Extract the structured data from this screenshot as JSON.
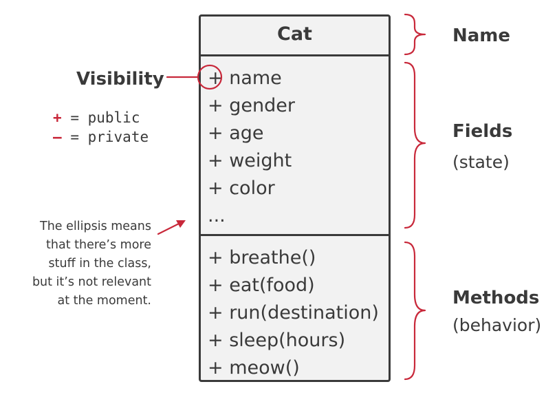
{
  "class": {
    "name": "Cat",
    "fields": [
      "+ name",
      "+ gender",
      "+ age",
      "+ weight",
      "+ color",
      "..."
    ],
    "methods": [
      "+ breathe()",
      "+ eat(food)",
      "+ run(destination)",
      "+ sleep(hours)",
      "+ meow()"
    ]
  },
  "labels": {
    "name": "Name",
    "fields": "Fields",
    "fields_sub": "(state)",
    "methods": "Methods",
    "methods_sub": "(behavior)",
    "visibility": "Visibility"
  },
  "legend": {
    "public_symbol": "+",
    "public_text": "= public",
    "private_symbol": "–",
    "private_text": "= private"
  },
  "note": [
    "The ellipsis means",
    "that there’s more",
    "stuff in the class,",
    "but it’s not relevant",
    "at the moment."
  ],
  "colors": {
    "accent": "#c8283a",
    "ink": "#3a3a3a",
    "box_fill": "#f2f2f2"
  }
}
